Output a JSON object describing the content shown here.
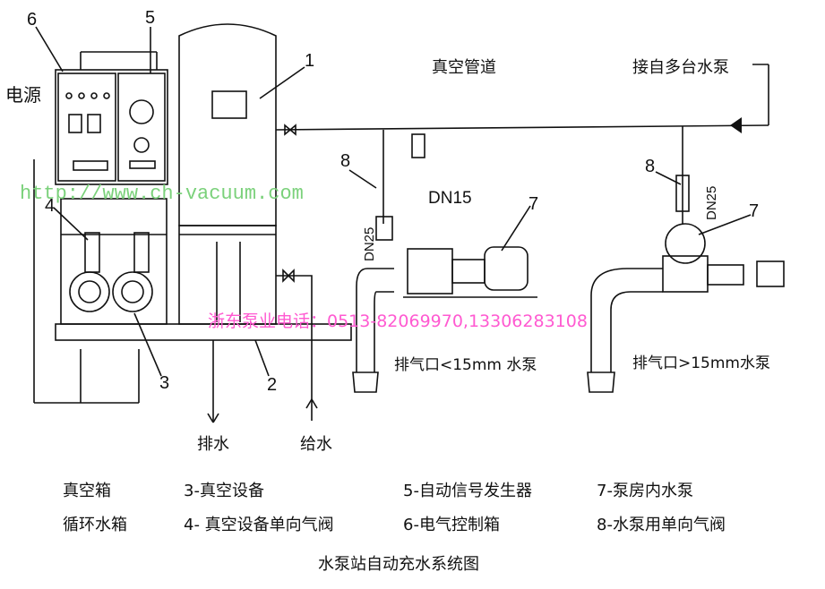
{
  "labels": {
    "power": "电源",
    "vacuum_pipe": "真空管道",
    "from_pumps": "接自多台水泵",
    "dn15": "DN15",
    "dn25_left": "DN25",
    "dn25_right": "DN25",
    "drain": "排水",
    "supply": "给水",
    "pump_small_outlet": "排气口<15mm 水泵",
    "pump_large_outlet": "排气口>15mm水泵"
  },
  "callouts": [
    "1",
    "2",
    "3",
    "4",
    "5",
    "6",
    "7",
    "7",
    "8",
    "8"
  ],
  "watermark": {
    "url": "http://www.ch-vacuum.com",
    "phone": "浙东泵业电话：0513-82069970,13306283108"
  },
  "legend": {
    "item1": "真空箱",
    "item2": "循环水箱",
    "item3": "3-真空设备",
    "item4": "4-  真空设备单向气阀",
    "item5": "5-自动信号发生器",
    "item6": "6-电气控制箱",
    "item7": "7-泵房内水泵",
    "item8": "8-水泵用单向气阀"
  },
  "title": "水泵站自动充水系统图"
}
